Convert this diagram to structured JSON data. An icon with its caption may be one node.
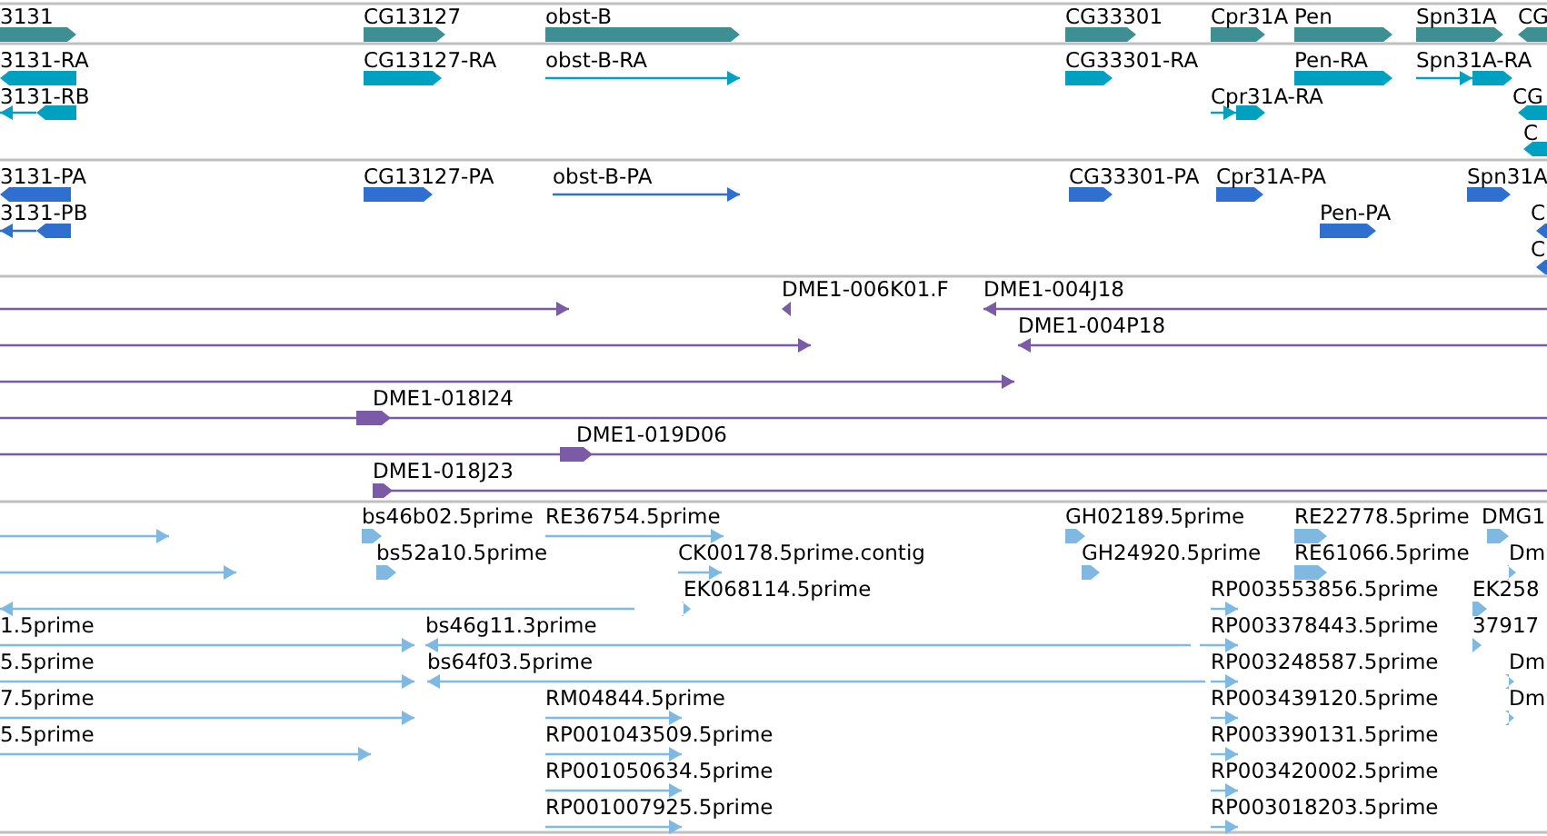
{
  "diagram": {
    "labels": [
      "3131",
      "CG13127",
      "obst-B",
      "CG33301",
      "Cpr31A",
      "Pen",
      "Spn31A",
      "CG",
      "3131-RA",
      "CG13127-RA",
      "obst-B-RA",
      "CG33301-RA",
      "Pen-RA",
      "Spn31A-RA",
      "3131-RB",
      "Cpr31A-RA",
      "CG",
      "C",
      "3131-PA",
      "CG13127-PA",
      "obst-B-PA",
      "CG33301-PA",
      "Cpr31A-PA",
      "Spn31A",
      "3131-PB",
      "Pen-PA",
      "C",
      "C",
      "DME1-006K01.F",
      "DME1-004J18",
      "DME1-004P18",
      "DME1-018I24",
      "DME1-019D06",
      "DME1-018J23",
      "bs46b02.5prime",
      "RE36754.5prime",
      "GH02189.5prime",
      "RE22778.5prime",
      "DMG1",
      "bs52a10.5prime",
      "CK00178.5prime.contig",
      "GH24920.5prime",
      "RE61066.5prime",
      "Dm",
      "EK068114.5prime",
      "RP003553856.5prime",
      "EK258",
      "1.5prime",
      "bs46g11.3prime",
      "RP003378443.5prime",
      "37917",
      "5.5prime",
      "bs64f03.5prime",
      "RP003248587.5prime",
      "Dm",
      "7.5prime",
      "RM04844.5prime",
      "RP003439120.5prime",
      "Dm",
      "5.5prime",
      "RP001043509.5prime",
      "RP003390131.5prime",
      "RP001050634.5prime",
      "RP003420002.5prime",
      "RP001007925.5prime",
      "RP003018203.5prime"
    ]
  }
}
